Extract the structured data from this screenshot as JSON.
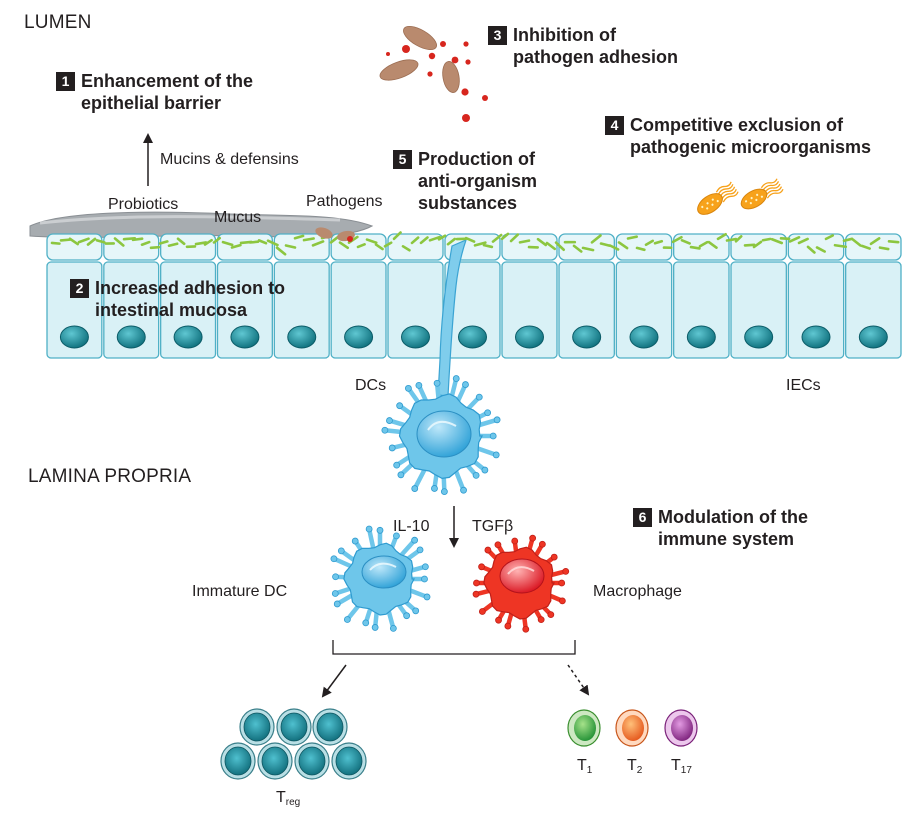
{
  "regions": {
    "lumen": "LUMEN",
    "lamina": "LAMINA PROPRIA"
  },
  "mechanisms": [
    {
      "num": "1",
      "lines": [
        "Enhancement of the",
        "epithelial barrier"
      ]
    },
    {
      "num": "2",
      "lines": [
        "Increased adhesion to",
        "intestinal mucosa"
      ]
    },
    {
      "num": "3",
      "lines": [
        "Inhibition of",
        "pathogen adhesion"
      ]
    },
    {
      "num": "4",
      "lines": [
        "Competitive exclusion of",
        "pathogenic microorganisms"
      ]
    },
    {
      "num": "5",
      "lines": [
        "Production of",
        "anti-organism",
        "substances"
      ]
    },
    {
      "num": "6",
      "lines": [
        "Modulation of the",
        "immune system"
      ]
    }
  ],
  "labels": {
    "mucins": "Mucins & defensins",
    "probiotics": "Probiotics",
    "mucus": "Mucus",
    "pathogens": "Pathogens",
    "dcs": "DCs",
    "iecs": "IECs",
    "il10": "IL-10",
    "tgfb": "TGFβ",
    "immature_dc": "Immature DC",
    "macrophage": "Macrophage",
    "treg": {
      "main": "T",
      "sub": "reg"
    },
    "t1": {
      "main": "T",
      "sub": "1"
    },
    "t2": {
      "main": "T",
      "sub": "2"
    },
    "t17": {
      "main": "T",
      "sub": "17"
    }
  },
  "colors": {
    "cell_fill": "#d9f1f6",
    "cell_stroke": "#4fb0c6",
    "nucleus": "#137d8c",
    "probiotic": "#8cc63f",
    "mucus": "#9a9fa4",
    "pathogen": "#b98a6e",
    "red_dot": "#d7261e",
    "orange_bacteria": "#f7a21b",
    "dc": "#6ec6ea",
    "macrophage": "#ee3524",
    "treg": "#1a8e9b",
    "t1": "#39b54a",
    "t2": "#f47920",
    "t17": "#92278f"
  }
}
